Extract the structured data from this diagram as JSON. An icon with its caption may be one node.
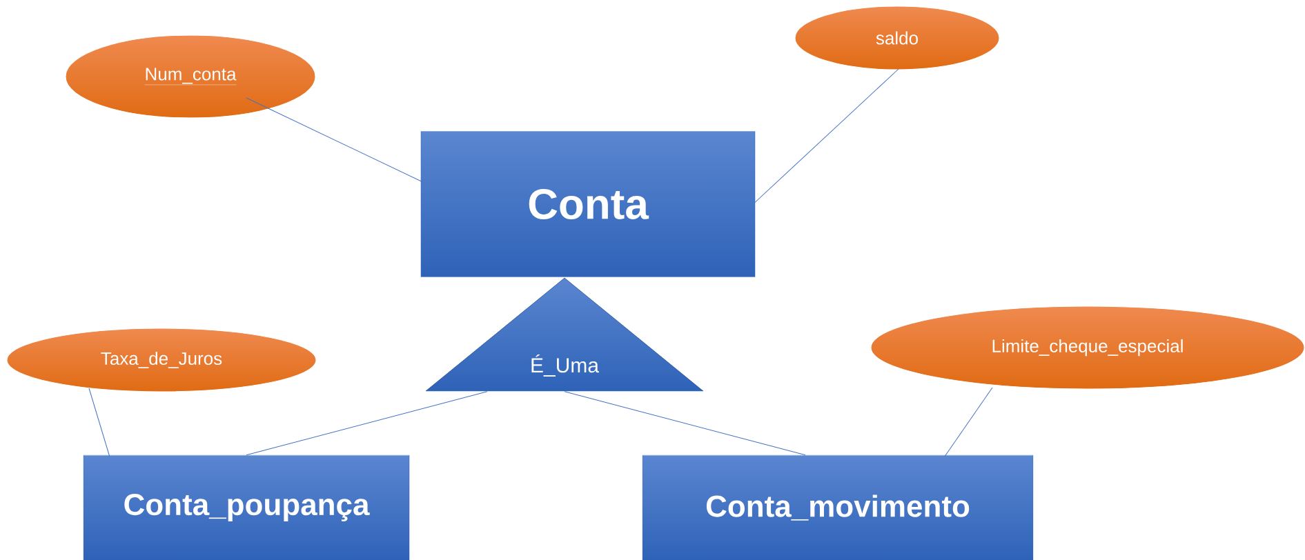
{
  "diagram": {
    "nodes": [
      {
        "text": [
          "Num_conta"
        ]
      },
      {
        "text": [
          "saldo"
        ]
      },
      {
        "text": [
          "Conta"
        ]
      },
      {
        "text": [
          "Taxa_de_Juros"
        ]
      },
      {
        "text": [
          "É_Uma"
        ]
      },
      {
        "text": [
          "Limite_cheque_especial"
        ]
      },
      {
        "text": [
          "Conta_poupança"
        ]
      },
      {
        "text": [
          "Conta_movimento"
        ]
      }
    ],
    "edges": [
      {
        "from": 0,
        "to": 2,
        "arrow": "none"
      },
      {
        "from": 1,
        "to": 2,
        "arrow": "none"
      },
      {
        "from": 4,
        "to": 6,
        "arrow": "none"
      },
      {
        "from": 4,
        "to": 7,
        "arrow": "none"
      },
      {
        "from": 3,
        "to": 6,
        "arrow": "none"
      },
      {
        "from": 5,
        "to": 7,
        "arrow": "none"
      }
    ]
  }
}
